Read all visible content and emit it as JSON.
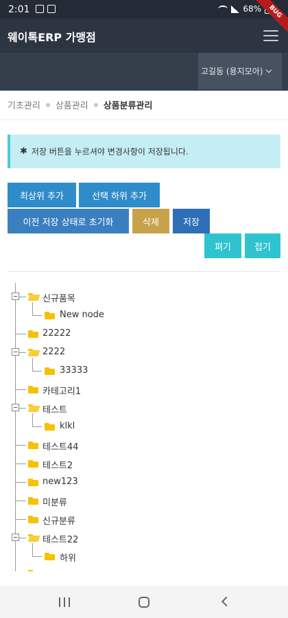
{
  "status_bar": {
    "time": "2:01",
    "battery": "68%"
  },
  "debug_label": "BUG",
  "header": {
    "title": "웨이톡ERP 가맹점"
  },
  "store_selector": {
    "value": "고길동 (용지모아)"
  },
  "breadcrumb": [
    "기초관리",
    "상품관리",
    "상품분류관리"
  ],
  "notice": {
    "icon": "asterisk-icon",
    "text": "저장 버튼을 누르셔야 변경사항이 저장됩니다."
  },
  "buttons": {
    "add_root": "최상위 추가",
    "add_child": "선택 하위 추가",
    "reset": "이전 저장 상태로 초기화",
    "delete": "삭제",
    "save": "저장",
    "expand": "펴기",
    "collapse": "접기"
  },
  "tree": [
    {
      "label": "신규품목",
      "open": true
    },
    {
      "label": "New node",
      "child": true
    },
    {
      "label": "22222"
    },
    {
      "label": "2222",
      "open": true
    },
    {
      "label": "33333",
      "child": true
    },
    {
      "label": "카테고리1"
    },
    {
      "label": "테스트",
      "open": true
    },
    {
      "label": "klkl",
      "child": true
    },
    {
      "label": "테스트44"
    },
    {
      "label": "테스트2"
    },
    {
      "label": "new123"
    },
    {
      "label": "미분류"
    },
    {
      "label": "신규분류"
    },
    {
      "label": "테스트22",
      "open": true
    },
    {
      "label": "하위",
      "child": true
    }
  ],
  "colors": {
    "header_bg": "#2c3541",
    "subheader_bg": "#353f4c",
    "notice_bg": "#c4eef4",
    "button_blue": "#2f8ccb",
    "button_gold": "#c8a24b",
    "button_teal": "#2ec3cf",
    "folder": "#f5c200"
  }
}
